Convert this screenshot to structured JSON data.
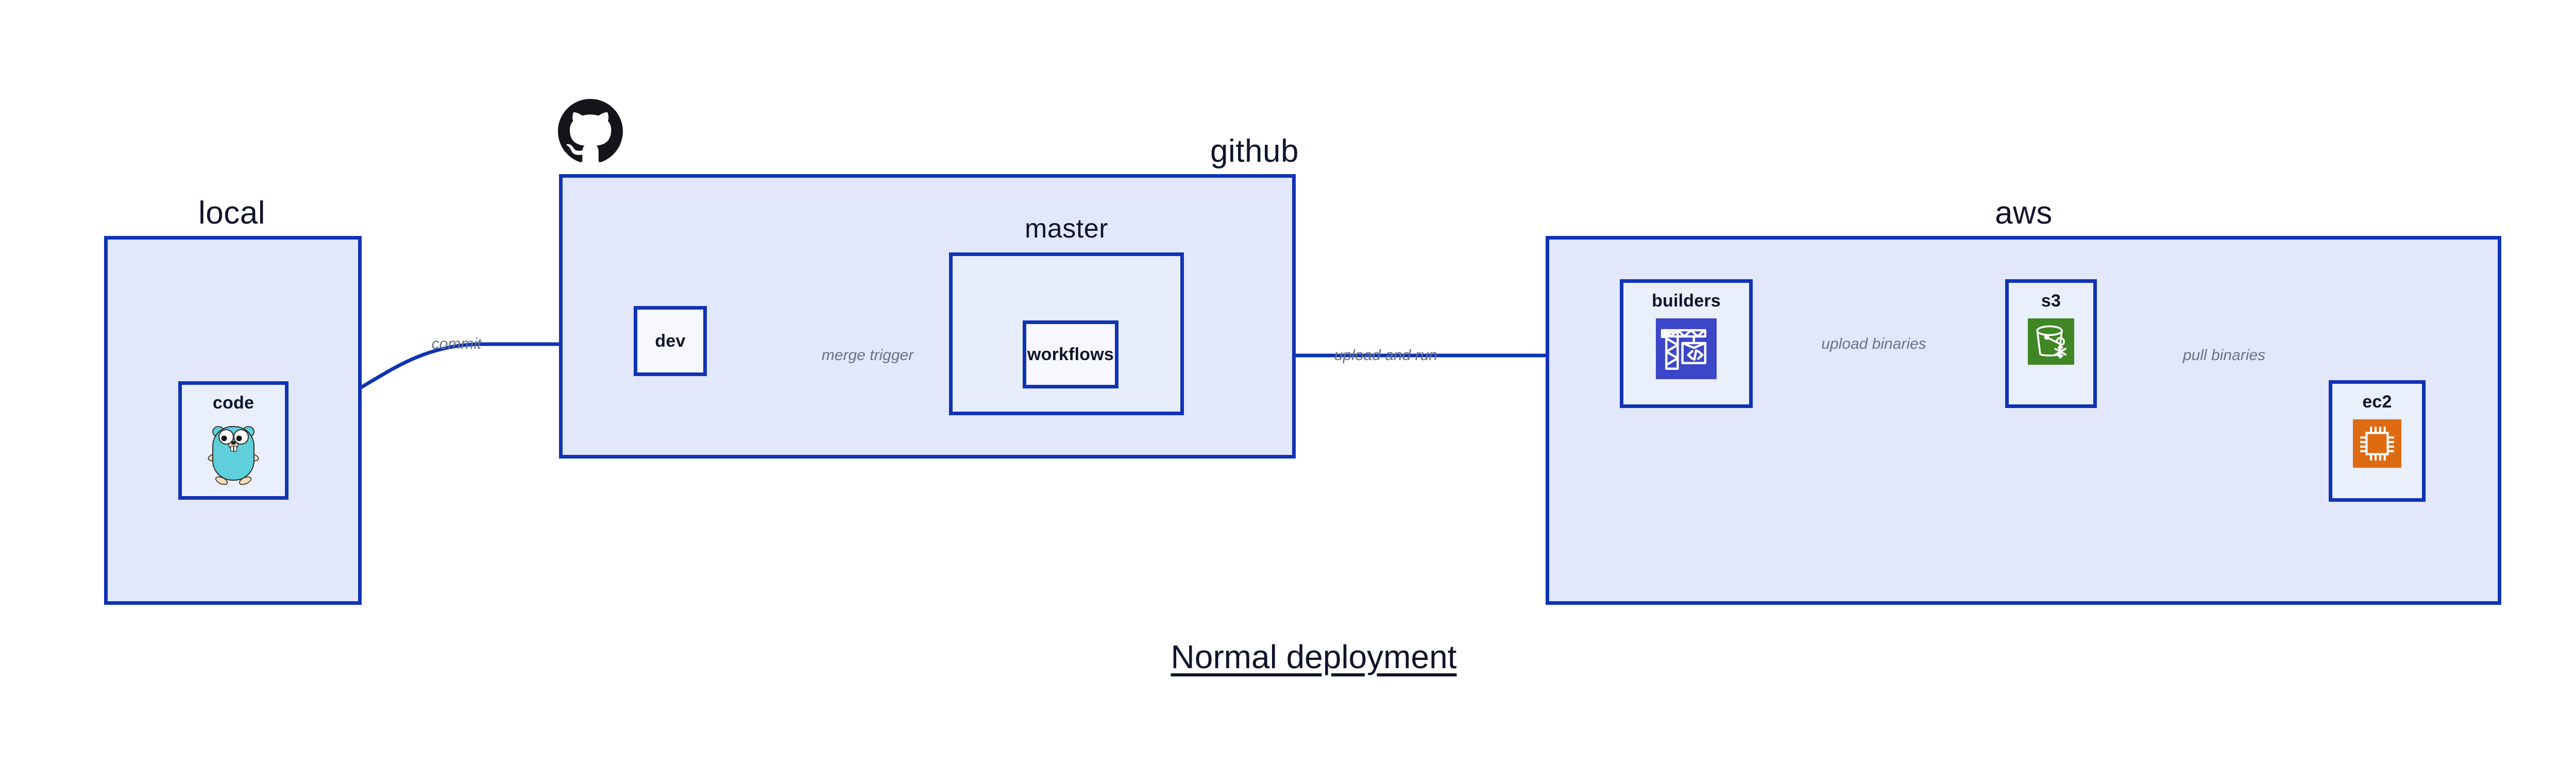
{
  "diagram": {
    "title": "Normal deployment",
    "accent_border": "#0f33b5",
    "group_fill": "#e2e7fa",
    "node_fill": "#eaeffc",
    "edge_label_color": "#6b7280",
    "text_color": "#10142c"
  },
  "groups": [
    {
      "id": "local",
      "label": "local",
      "nodes": [
        {
          "id": "code",
          "label": "code",
          "icon": "go-gopher-icon"
        }
      ]
    },
    {
      "id": "github",
      "label": "github",
      "brand_icon": "github-mark-icon",
      "nodes": [
        {
          "id": "dev",
          "label": "dev",
          "icon": "none"
        }
      ],
      "subgroups": [
        {
          "id": "master",
          "label": "master",
          "nodes": [
            {
              "id": "workflows",
              "label": "workflows",
              "icon": "none"
            }
          ]
        }
      ]
    },
    {
      "id": "aws",
      "label": "aws",
      "nodes": [
        {
          "id": "builders",
          "label": "builders",
          "icon": "crane-code-icon",
          "icon_color": "#3c46c8"
        },
        {
          "id": "s3",
          "label": "s3",
          "icon": "s3-bucket-icon",
          "icon_color": "#3f8624"
        },
        {
          "id": "ec2",
          "label": "ec2",
          "icon": "cpu-chip-icon",
          "icon_color": "#dd6b11"
        }
      ]
    }
  ],
  "edges": [
    {
      "id": "commit",
      "label": "commit",
      "from": "code",
      "to": "dev"
    },
    {
      "id": "merge-trigger",
      "label": "merge trigger",
      "from": "dev",
      "to": "workflows"
    },
    {
      "id": "upload-and-run",
      "label": "upload and run",
      "from": "workflows",
      "to": "builders"
    },
    {
      "id": "upload-binaries",
      "label": "upload binaries",
      "from": "builders",
      "to": "s3"
    },
    {
      "id": "pull-binaries",
      "label": "pull binaries",
      "from": "s3",
      "to": "ec2"
    }
  ]
}
